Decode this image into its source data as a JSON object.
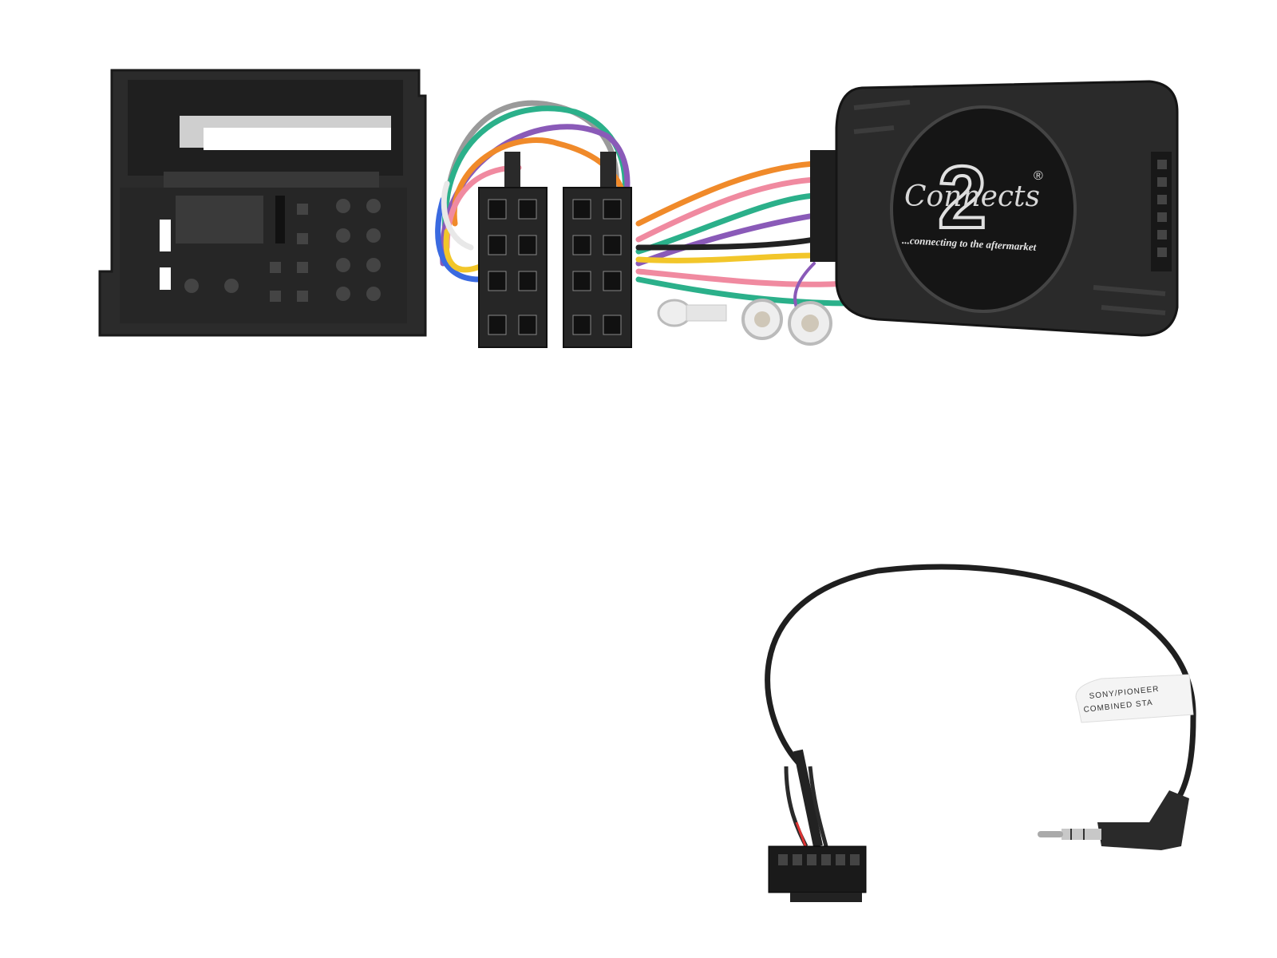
{
  "product": {
    "logo": {
      "script_text": "Connects",
      "number": "2",
      "registered_mark": "®",
      "tagline": "...connecting to the aftermarket"
    },
    "cable_label": {
      "line1": "SONY/PIONEER",
      "line2": "COMBINED STA"
    },
    "colors": {
      "connector_plastic": "#2b2b2b",
      "interface_box": "#2a2a2a",
      "background": "#ffffff",
      "wire_orange": "#f08a2a",
      "wire_green": "#2bb08a",
      "wire_purple": "#8a5ab8",
      "wire_pink": "#f08aa0",
      "wire_yellow": "#f2c62a",
      "wire_blue": "#3a6ae0",
      "wire_grey": "#9a9a9a",
      "wire_white": "#e8e8e8"
    }
  }
}
